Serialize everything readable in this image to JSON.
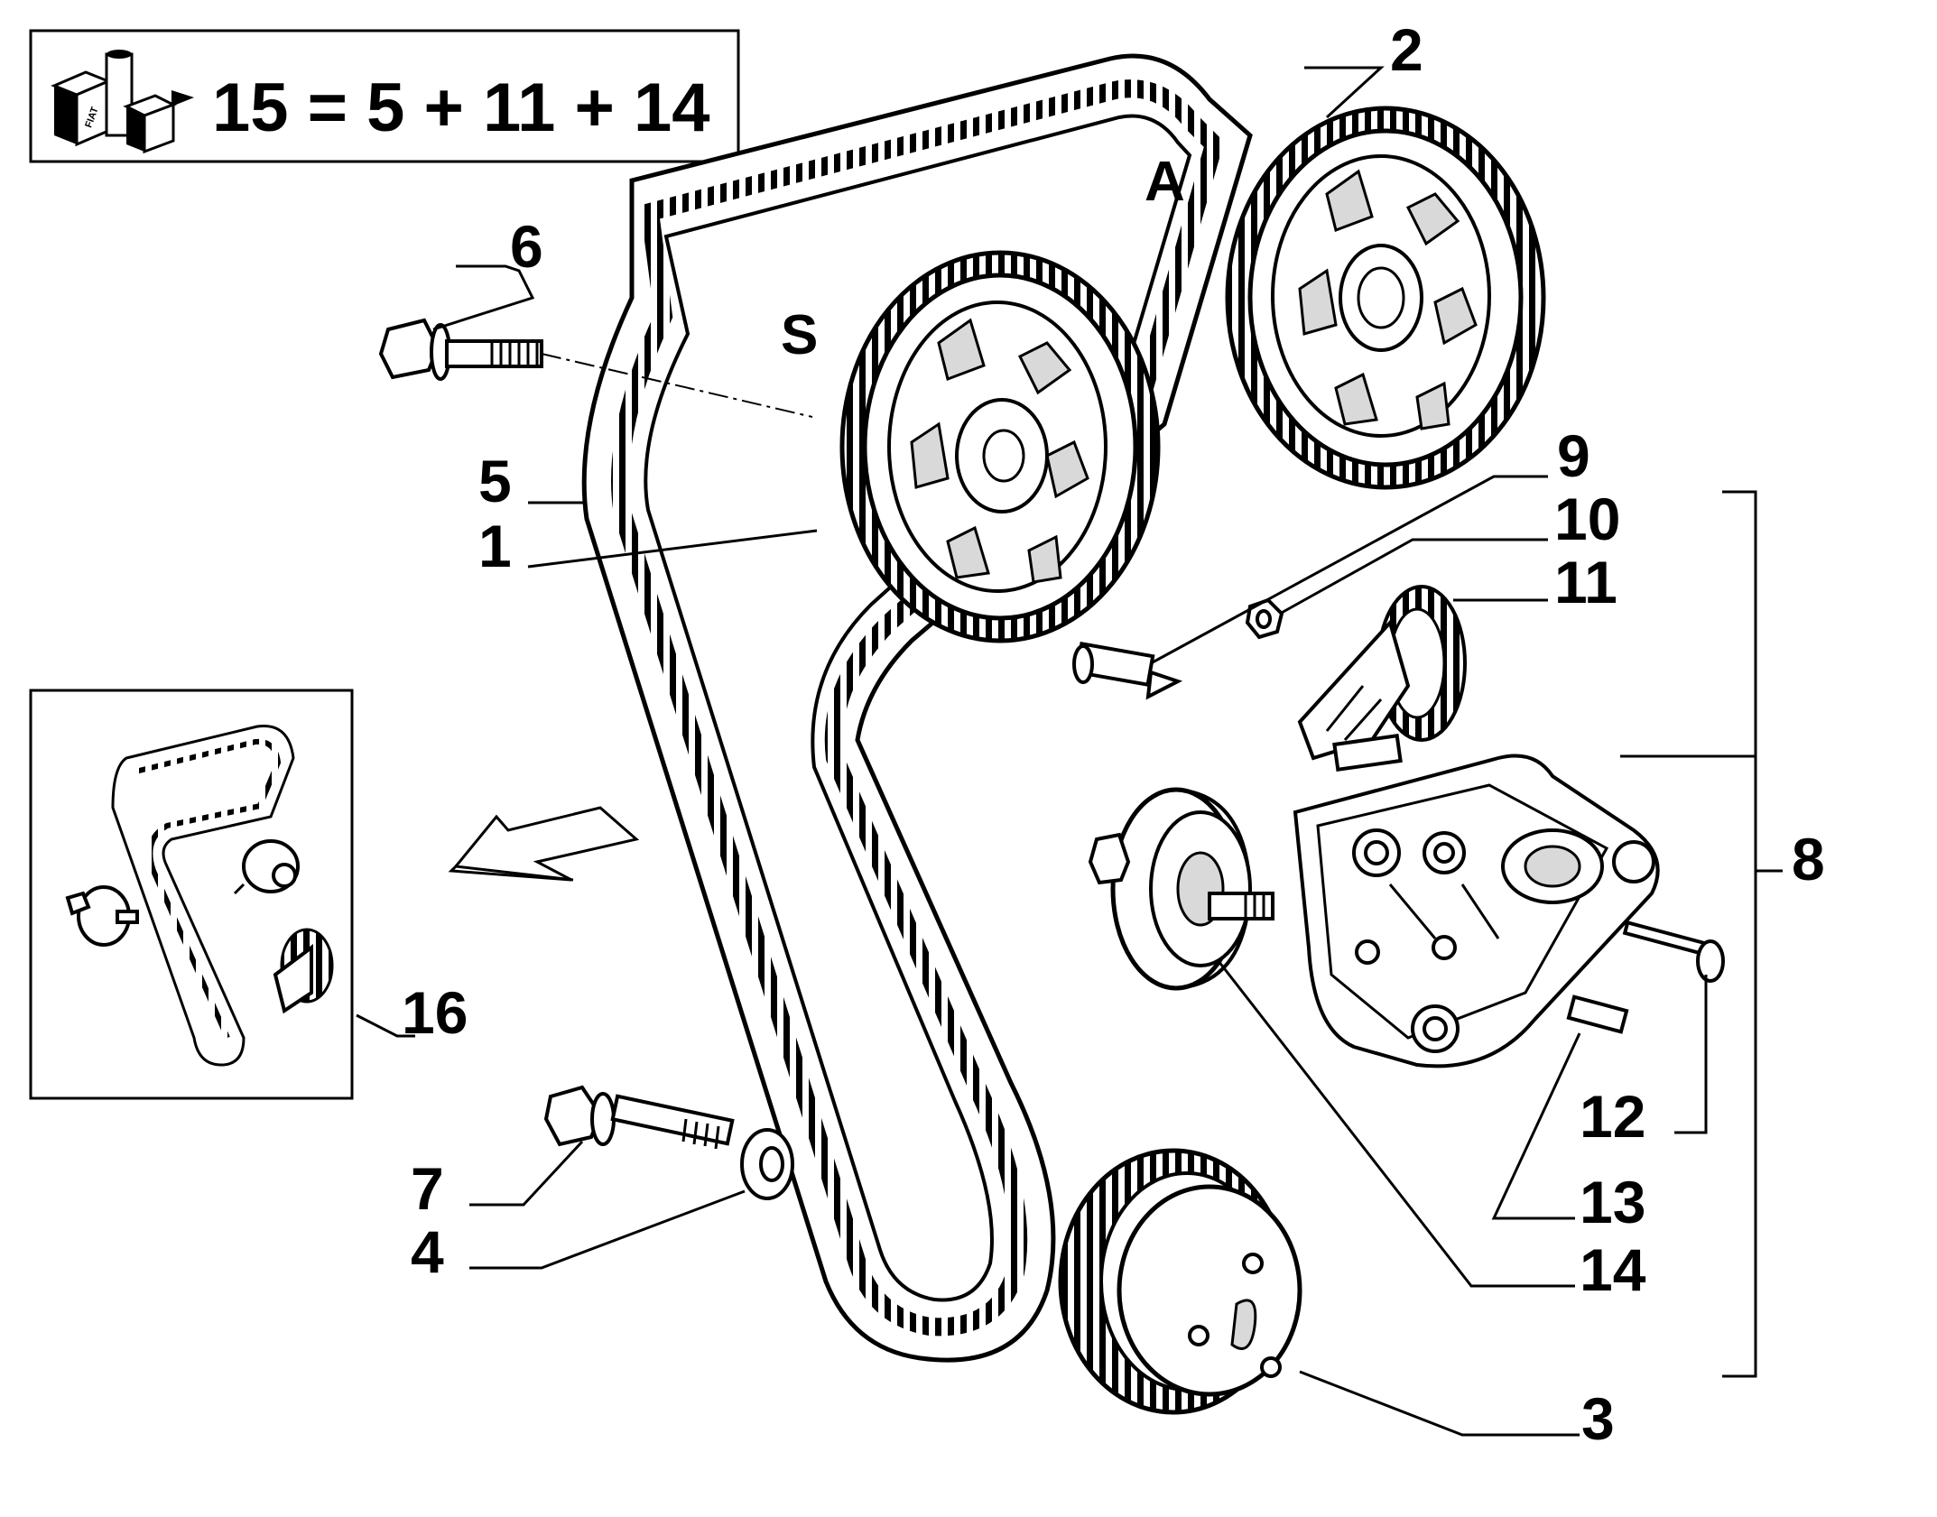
{
  "kit_box": {
    "icon": "fiat-kit-icon",
    "icon_text": "FIAT",
    "formula": "15 = 5 + 11 + 14"
  },
  "view_letters": {
    "s": "S",
    "a": "A"
  },
  "callouts": [
    {
      "id": "1",
      "label": "1"
    },
    {
      "id": "2",
      "label": "2"
    },
    {
      "id": "3",
      "label": "3"
    },
    {
      "id": "4",
      "label": "4"
    },
    {
      "id": "5",
      "label": "5"
    },
    {
      "id": "6",
      "label": "6"
    },
    {
      "id": "7",
      "label": "7"
    },
    {
      "id": "8",
      "label": "8"
    },
    {
      "id": "9",
      "label": "9"
    },
    {
      "id": "10",
      "label": "10"
    },
    {
      "id": "11",
      "label": "11"
    },
    {
      "id": "12",
      "label": "12"
    },
    {
      "id": "13",
      "label": "13"
    },
    {
      "id": "14",
      "label": "14"
    },
    {
      "id": "16",
      "label": "16"
    }
  ],
  "inset": {
    "arrow_icon": "arrow-left-icon"
  }
}
